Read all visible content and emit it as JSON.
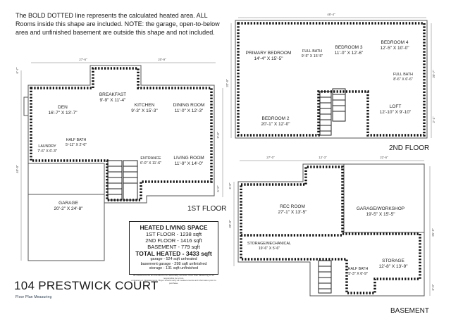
{
  "note": "The BOLD DOTTED line represents the calculated heated area. ALL Rooms inside this shape are included. NOTE: the garage, open-to-below area and unfinished basement are outside this shape and not included.",
  "address": "104 PRESTWICK COURT",
  "logo_text": "Floor Plan Measuring",
  "floors": {
    "first": {
      "label": "1ST FLOOR",
      "dims": [
        "27'-6\"",
        "20'-9\"",
        "40'-0\"",
        "6'-7\"",
        "9'-8\"",
        "5'-5\""
      ],
      "rooms": [
        {
          "name": "BREAKFAST",
          "size": "9'-9\" X 11'-4\""
        },
        {
          "name": "DEN",
          "size": "16'-7\" X 13'-7\""
        },
        {
          "name": "KITCHEN",
          "size": "9'-3\" X 15'-3\""
        },
        {
          "name": "DINING ROOM",
          "size": "11'-0\" X 12'-3\""
        },
        {
          "name": "HALF BATH",
          "size": "5'-11\" X 2'-6\""
        },
        {
          "name": "LAUNDRY",
          "size": "7'-6\" X 6'-3\""
        },
        {
          "name": "ENTRANCE",
          "size": "6'-0\" X 11'-6\""
        },
        {
          "name": "LIVING ROOM",
          "size": "11'-9\" X 14'-0\""
        },
        {
          "name": "GARAGE",
          "size": "20'-2\" X 24'-8\""
        }
      ]
    },
    "second": {
      "label": "2ND FLOOR",
      "dims": [
        "48'-4\"",
        "32'-9\"",
        "30'-7\"",
        "2'-1\""
      ],
      "rooms": [
        {
          "name": "PRIMARY BEDROOM",
          "size": "14'-4\" X 15'-5\""
        },
        {
          "name": "FULL BATH",
          "size": "9'-5\" X 15'-5\""
        },
        {
          "name": "BEDROOM 3",
          "size": "11'-0\" X 12'-6\""
        },
        {
          "name": "BEDROOM 4",
          "size": "12'-5\" X 10'-0\""
        },
        {
          "name": "FULL BATH",
          "size": "8'-6\" X 6'-6\""
        },
        {
          "name": "LOFT",
          "size": "12'-10\" X 9'-10\""
        },
        {
          "name": "BEDROOM 2",
          "size": "20'-1\" X 12'-0\""
        }
      ]
    },
    "basement": {
      "label": "BASEMENT",
      "dims": [
        "27'-0\"",
        "12'-3\"",
        "22'-6\"",
        "30'-0\"",
        "6'-8\"",
        "25'-9\"",
        "6'-0\""
      ],
      "rooms": [
        {
          "name": "REC ROOM",
          "size": "27'-1\" X 13'-5\""
        },
        {
          "name": "GARAGE/WORKSHOP",
          "size": "19'-5\" X 15'-5\""
        },
        {
          "name": "STORAGE/MECHANICAL",
          "size": "19'-6\" X 5'-6\""
        },
        {
          "name": "STORAGE",
          "size": "12'-8\" X 13'-9\""
        },
        {
          "name": "HALF BATH",
          "size": "5'-3\" X 6'-9\""
        }
      ]
    }
  },
  "summary": {
    "title": "HEATED LIVING SPACE",
    "first": "1ST FLOOR - 1238 sqft",
    "second": "2ND FLOOR - 1416 sqft",
    "basement": "BASEMENT - 779 sqft",
    "total": "TOTAL HEATED - 3433 sqft",
    "garage": "garage - 524 sqft unheated",
    "basement_garage": "basement garage - 298 sqft unfinished",
    "storage": "storage - 131 sqft unfinished",
    "disclaimer1": "All measurements are intended to be reasonably accurate. Floor Plan Measuring is not responsible for errors,",
    "disclaimer2": "omissions or misstatements. Buyer should verify all measurements and information prior to purchase."
  }
}
